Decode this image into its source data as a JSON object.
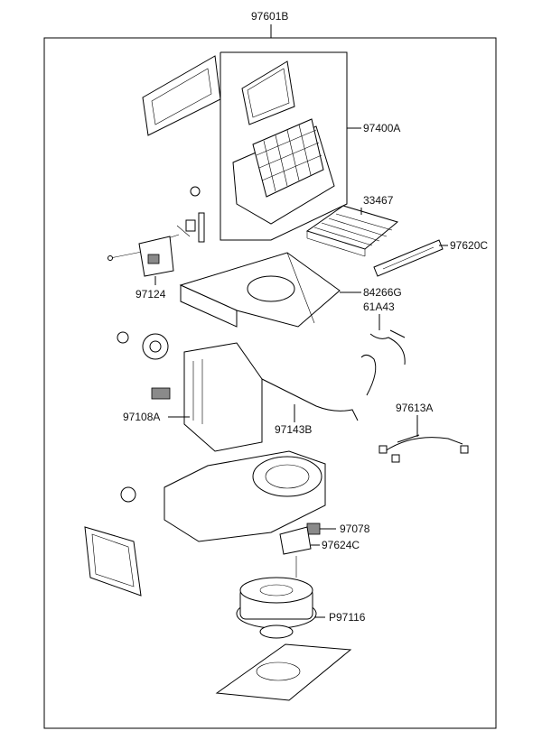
{
  "diagram": {
    "assembly_number": "97601B",
    "callouts": {
      "c97400A": "97400A",
      "c33467": "33467",
      "c97620C": "97620C",
      "c84266G": "84266G",
      "c61A43": "61A43",
      "c97124": "97124",
      "c97613A": "97613A",
      "c97108A": "97108A",
      "c97143B": "97143B",
      "c97078": "97078",
      "c97624C": "97624C",
      "cP97116": "P97116"
    }
  }
}
